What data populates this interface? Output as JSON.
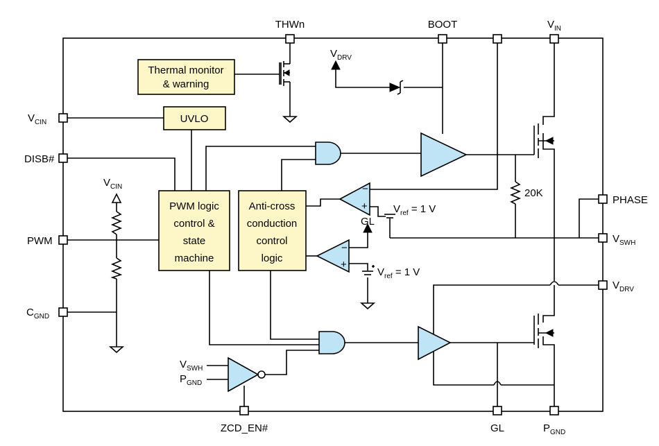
{
  "pins": {
    "thwn": "THWn",
    "boot": "BOOT",
    "vin_main": "V",
    "vin_sub": "IN",
    "vcin_main": "V",
    "vcin_sub": "CIN",
    "disb": "DISB#",
    "pwm": "PWM",
    "cgnd_main": "C",
    "cgnd_sub": "GND",
    "phase": "PHASE",
    "vswh_main": "V",
    "vswh_sub": "SWH",
    "vdrv_main": "V",
    "vdrv_sub": "DRV",
    "zcd": "ZCD_EN#",
    "gl": "GL",
    "pgnd_main": "P",
    "pgnd_sub": "GND"
  },
  "blocks": {
    "thermal_line1": "Thermal monitor",
    "thermal_line2": "& warning",
    "uvlo": "UVLO",
    "pwm_line1": "PWM logic",
    "pwm_line2": "control &",
    "pwm_line3": "state",
    "pwm_line4": "machine",
    "anti_line1": "Anti-cross",
    "anti_line2": "conduction",
    "anti_line3": "control",
    "anti_line4": "logic"
  },
  "labels": {
    "vdrv_top_main": "V",
    "vdrv_top_sub": "DRV",
    "vcin_int_main": "V",
    "vcin_int_sub": "CIN",
    "resistor_20k": "20K",
    "vref1_main": "V",
    "vref1_sub": "ref",
    "vref1_val": " = 1 V",
    "vref2_main": "V",
    "vref2_sub": "ref",
    "vref2_val": " = 1 V",
    "gl_internal": "GL",
    "vswh_in_main": "V",
    "vswh_in_sub": "SWH",
    "pgnd_in_main": "P",
    "pgnd_in_sub": "GND",
    "comp_minus": "−",
    "comp_plus": "+",
    "comp2_minus": "−",
    "comp2_plus": "+"
  },
  "colors": {
    "block_fill": "#fdf6c6",
    "amp_fill": "#bfe4f5"
  }
}
